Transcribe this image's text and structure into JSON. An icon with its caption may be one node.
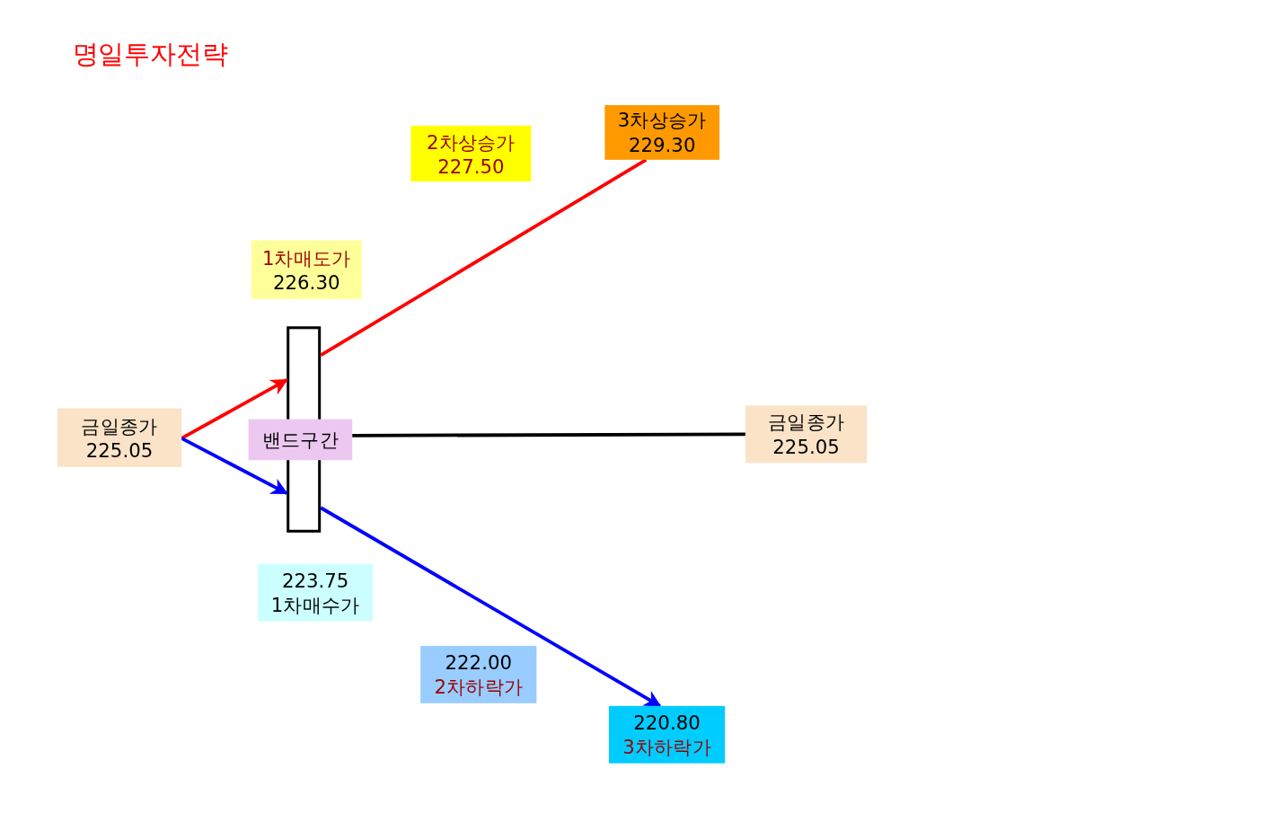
{
  "diagram": {
    "title": "명일투자전략",
    "nodes": [
      {
        "text": [
          "3차상승가",
          "229.30"
        ]
      },
      {
        "text": [
          "2차상승가",
          "227.50"
        ]
      },
      {
        "text": [
          "1차매도가",
          "226.30"
        ]
      },
      {
        "text": [],
        "shape": "bar"
      },
      {
        "text": [
          "금일종가",
          "225.05"
        ]
      },
      {
        "text": [
          "밴드구간"
        ]
      },
      {
        "text": [
          "금일종가",
          "225.05"
        ]
      },
      {
        "text": [
          "223.75",
          "1차매수가"
        ]
      },
      {
        "text": [
          "222.00",
          "2차하락가"
        ]
      },
      {
        "text": [
          "220.80",
          "3차하락가"
        ]
      }
    ],
    "edges": [
      {
        "from": 4,
        "to": 3,
        "arrow": "to",
        "color": "#ff0000"
      },
      {
        "from": 3,
        "to": 0,
        "arrow": "none",
        "color": "#ff0000"
      },
      {
        "from": 4,
        "to": 3,
        "arrow": "to",
        "color": "#0000ff"
      },
      {
        "from": 3,
        "to": 9,
        "arrow": "to",
        "color": "#0000ff"
      },
      {
        "from": 5,
        "to": 6,
        "arrow": "none",
        "color": "#000000"
      }
    ]
  }
}
